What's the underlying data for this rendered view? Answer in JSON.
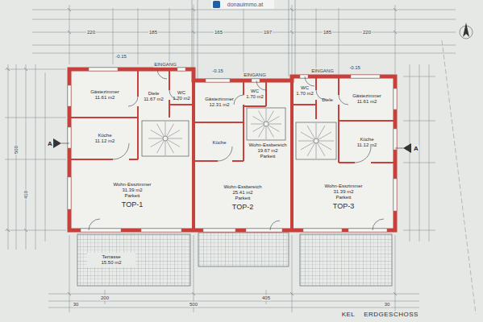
{
  "diagram": {
    "title": "ERDGESCHOSS",
    "nodes": [
      {
        "text": [
          "Gästezimmer",
          "11.61 m2"
        ]
      },
      {
        "text": [
          "Diele",
          "11.67 m2"
        ]
      },
      {
        "text": [
          "WC",
          "1.70 m2"
        ]
      },
      {
        "text": [
          "Küche",
          "11.12 m2"
        ]
      },
      {
        "text": [
          "Wohn-Esszimmer",
          "31.39 m2",
          "Parkett",
          "TOP-1"
        ]
      },
      {
        "text": [
          "Terrasse",
          "15.50 m2"
        ]
      },
      {
        "text": [
          "Gästezimmer",
          "12.31 m2"
        ]
      },
      {
        "text": [
          "WC",
          "1.70 m2"
        ]
      },
      {
        "text": [
          "Küche"
        ]
      },
      {
        "text": [
          "Wohn-Essbereich",
          "19.67 m2",
          "Parkett"
        ]
      },
      {
        "text": [
          "Wohn-Essbereich",
          "25.41 m2",
          "Parkett",
          "TOP-2"
        ]
      },
      {
        "text": [
          "WC",
          "1.70 m2"
        ]
      },
      {
        "text": [
          "Diele"
        ]
      },
      {
        "text": [
          "Gästezimmer",
          "11.61 m2"
        ]
      },
      {
        "text": [
          "Küche",
          "11.12 m2"
        ]
      },
      {
        "text": [
          "Wohn-Esszimmer",
          "31.39 m2",
          "Parkett",
          "TOP-3"
        ]
      }
    ],
    "labels": [
      "donauimmo.at",
      "EINGANG",
      "EINGANG",
      "EINGANG",
      "-0.15",
      "-0.15",
      "-0.15",
      "A",
      "A",
      "KEL",
      "220",
      "185",
      "165",
      "197",
      "185",
      "220",
      "200",
      "405",
      "30",
      "500",
      "30",
      "500",
      "410"
    ]
  }
}
